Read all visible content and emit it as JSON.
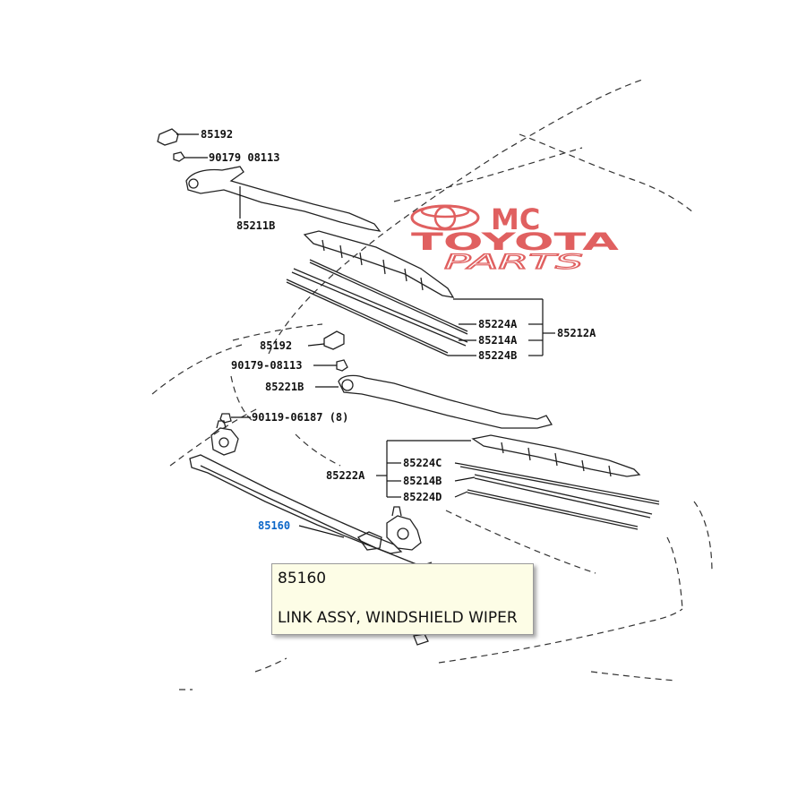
{
  "watermark": {
    "line1": "MC",
    "line2": "TOYOTA",
    "line3": "PARTS",
    "color": "#e06060"
  },
  "labels": {
    "p85192_top": "85192",
    "p90179_top": "90179  08113",
    "p85211b": "85211B",
    "p85224a": "85224A",
    "p85214a": "85214A",
    "p85224b": "85224B",
    "p85212a": "85212A",
    "p85192_mid": "85192",
    "p90179_mid": "90179-08113",
    "p85221b": "85221B",
    "p90119": "90119-06187 (8)",
    "p85224c": "85224C",
    "p85214b": "85214B",
    "p85224d": "85224D",
    "p85222a": "85222A",
    "p85160": "85160"
  },
  "selection_color": "#0a66c8",
  "tooltip": {
    "code": "85160",
    "name": "LINK ASSY, WINDSHIELD WIPER"
  }
}
